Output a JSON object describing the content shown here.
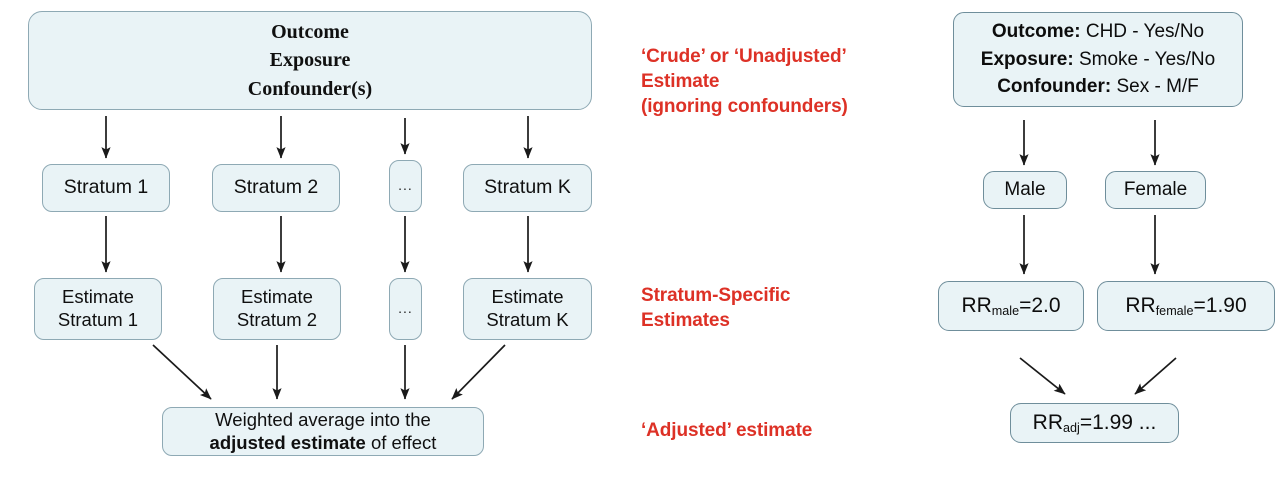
{
  "diagram": {
    "title": "Stratification and adjustment flow",
    "colors": {
      "box_fill": "#e9f3f6",
      "box_border": "#8ea9b4",
      "accent_red": "#dd3126",
      "text": "#101010"
    }
  },
  "left_panel": {
    "header_box": {
      "line1": "Outcome",
      "line2": "Exposure",
      "line3": "Confounder(s)"
    },
    "strata": [
      {
        "label": "Stratum 1"
      },
      {
        "label": "Stratum 2"
      },
      {
        "label": "..."
      },
      {
        "label": "Stratum K"
      }
    ],
    "estimates": [
      {
        "line1": "Estimate",
        "line2": "Stratum 1"
      },
      {
        "line1": "Estimate",
        "line2": "Stratum 2"
      },
      {
        "line1": "...",
        "line2": ""
      },
      {
        "line1": "Estimate",
        "line2": "Stratum K"
      }
    ],
    "summary_box": {
      "line1": "Weighted average into the",
      "line2_bold": "adjusted estimate",
      "line2_rest": " of effect"
    }
  },
  "center_labels": {
    "crude": "‘Crude’ or ‘Unadjusted’\nEstimate\n(ignoring confounders)",
    "stratum_specific": "Stratum-Specific\nEstimates",
    "adjusted": "‘Adjusted’ estimate"
  },
  "right_panel": {
    "header_box": {
      "rows": [
        {
          "label": "Outcome:",
          "value": " CHD - Yes/No"
        },
        {
          "label": "Exposure:",
          "value": "  Smoke - Yes/No"
        },
        {
          "label": "Confounder:",
          "value": " Sex - M/F"
        }
      ]
    },
    "strata": [
      {
        "label": "Male"
      },
      {
        "label": "Female"
      }
    ],
    "estimates": [
      {
        "symbol": "RR",
        "subscript": "male",
        "value": "=2.0"
      },
      {
        "symbol": "RR",
        "subscript": "female",
        "value": "=1.90"
      }
    ],
    "adjusted": {
      "symbol": "RR",
      "subscript": "adj",
      "value": "=1.99 ..."
    }
  }
}
